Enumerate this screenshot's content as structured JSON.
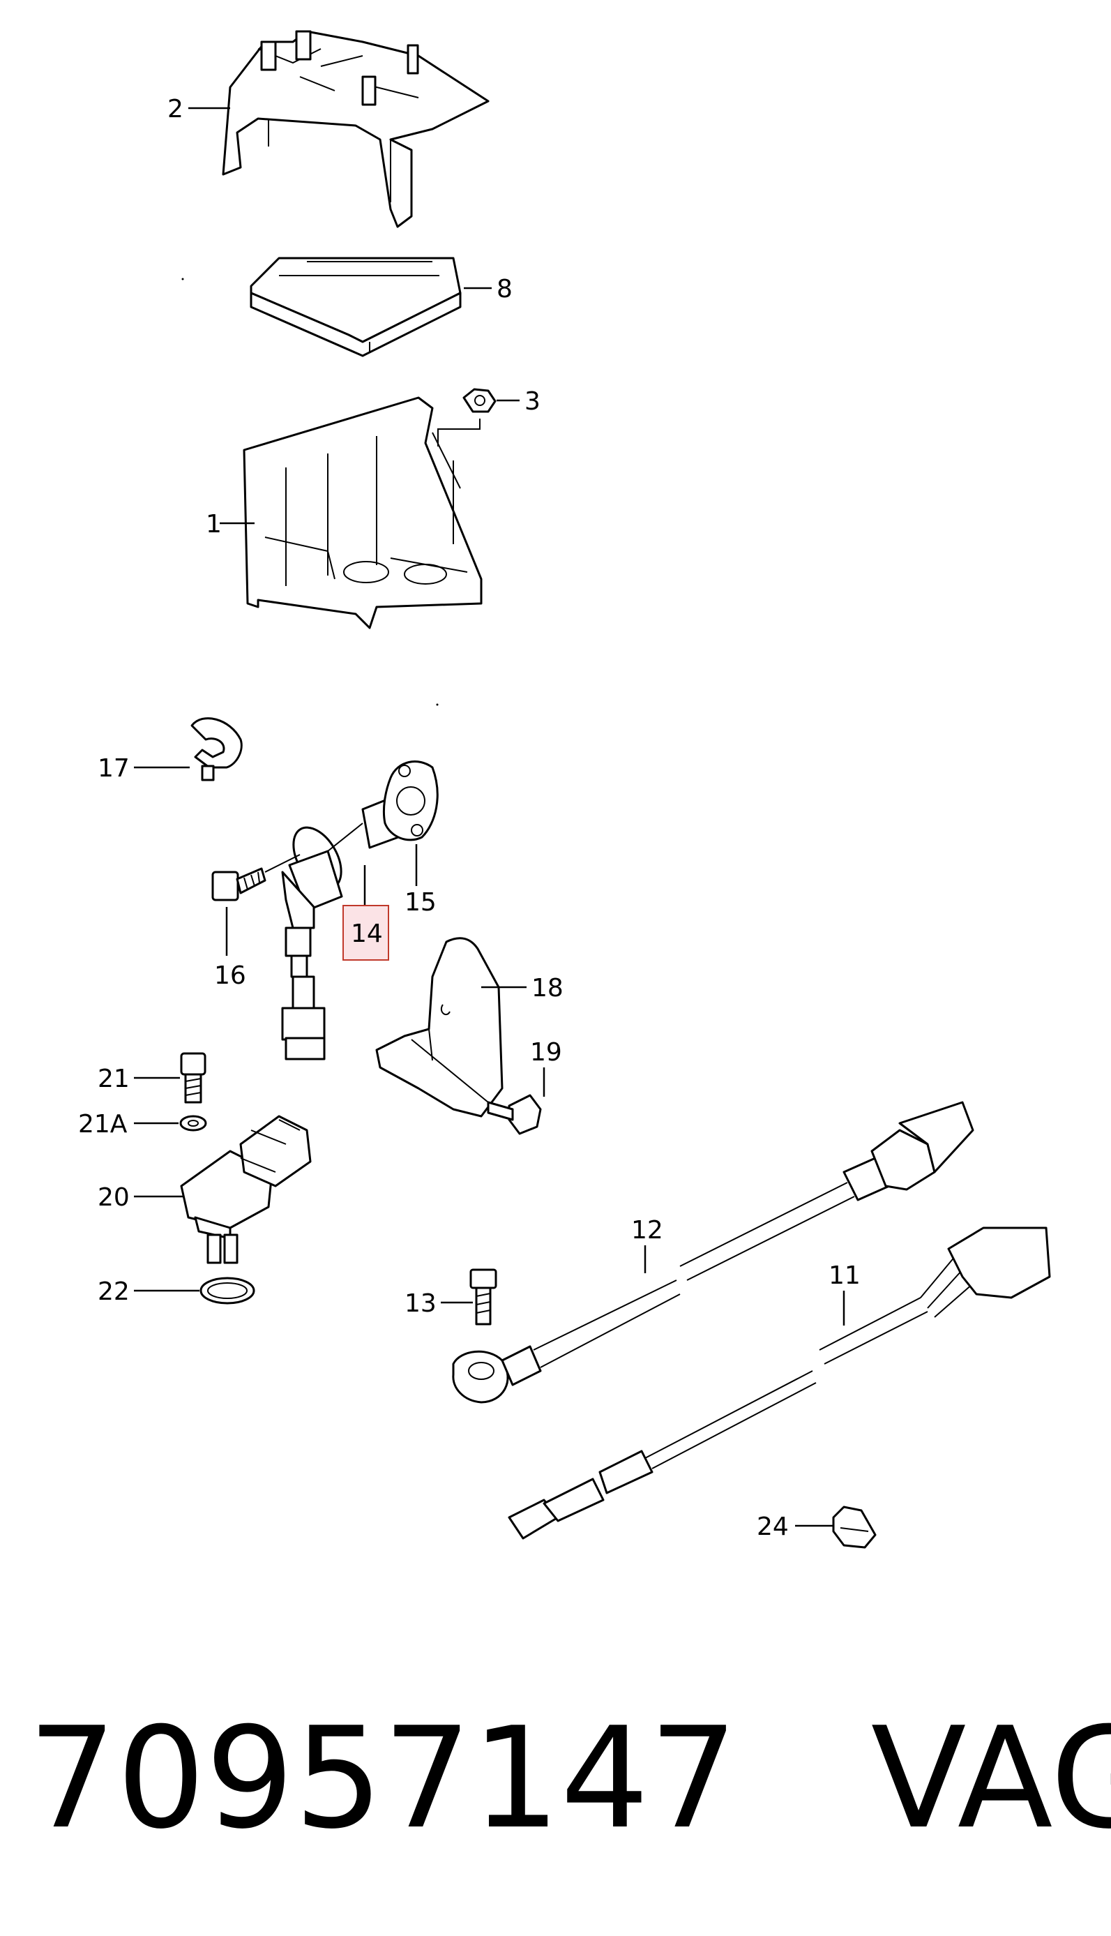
{
  "callouts": {
    "c1": "1",
    "c2": "2",
    "c3": "3",
    "c8": "8",
    "c11": "11",
    "c12": "12",
    "c13": "13",
    "c14": "14",
    "c15": "15",
    "c16": "16",
    "c17": "17",
    "c18": "18",
    "c19": "19",
    "c20": "20",
    "c21": "21",
    "c21a": "21A",
    "c22": "22",
    "c24": "24"
  },
  "highlight": {
    "part": "14",
    "color": "#fbe3e6"
  },
  "footer": {
    "part_number": "70957147",
    "brand": "VAG"
  }
}
